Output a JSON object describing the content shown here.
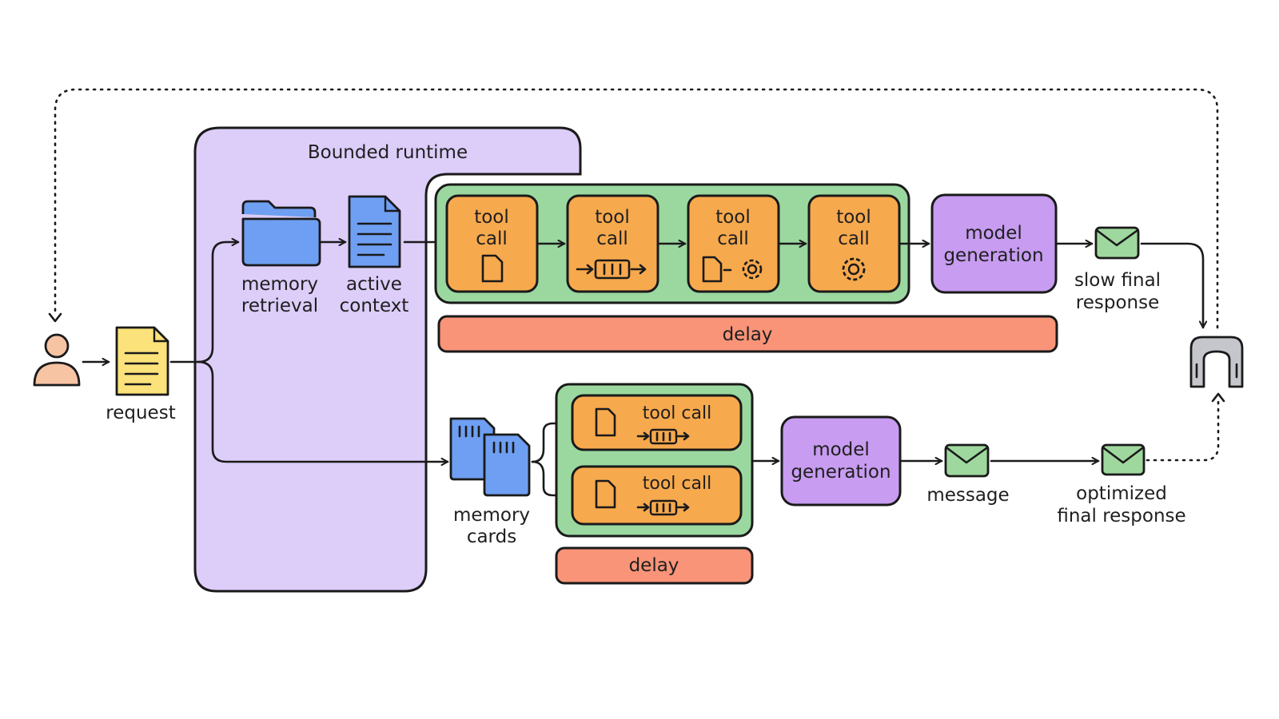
{
  "runtime": {
    "title": "Bounded runtime"
  },
  "user": {
    "icon": "user-icon"
  },
  "request": {
    "label": "request",
    "icon": "document-icon"
  },
  "memory_retrieval": {
    "label_line1": "memory",
    "label_line2": "retrieval",
    "icon": "folder-icon"
  },
  "active_context": {
    "label_line1": "active",
    "label_line2": "context",
    "icon": "document-icon"
  },
  "slow_path": {
    "tool_calls": [
      {
        "line1": "tool",
        "line2": "call",
        "icon": "document-icon"
      },
      {
        "line1": "tool",
        "line2": "call",
        "icon": "queue-icon"
      },
      {
        "line1": "tool",
        "line2": "call",
        "icon": "document-gear-icon"
      },
      {
        "line1": "tool",
        "line2": "call",
        "icon": "gear-icon"
      }
    ],
    "model": {
      "line1": "model",
      "line2": "generation"
    },
    "response": {
      "line1": "slow final",
      "line2": "response",
      "icon": "envelope-icon"
    },
    "delay": "delay"
  },
  "fast_path": {
    "memory_cards": {
      "line1": "memory",
      "line2": "cards",
      "icon": "memory-card-icon"
    },
    "tool_calls": [
      {
        "label": "tool call",
        "icon": "document-icon"
      },
      {
        "label": "tool call",
        "icon": "document-icon"
      }
    ],
    "model": {
      "line1": "model",
      "line2": "generation"
    },
    "message": {
      "label": "message",
      "icon": "envelope-icon"
    },
    "response": {
      "line1": "optimized",
      "line2": "final response",
      "icon": "envelope-icon"
    },
    "delay": "delay"
  },
  "gate": {
    "icon": "gate-icon"
  },
  "colors": {
    "runtime": "#dccdf9",
    "tool_group": "#9bd8a0",
    "tool_call": "#f7a94d",
    "model": "#c79cf1",
    "delay": "#f99478",
    "folder": "#6e9ff2",
    "request_doc": "#fbe27a",
    "user": "#f6c3a3",
    "envelope": "#9fd89e",
    "gate": "#c4c6cb"
  }
}
